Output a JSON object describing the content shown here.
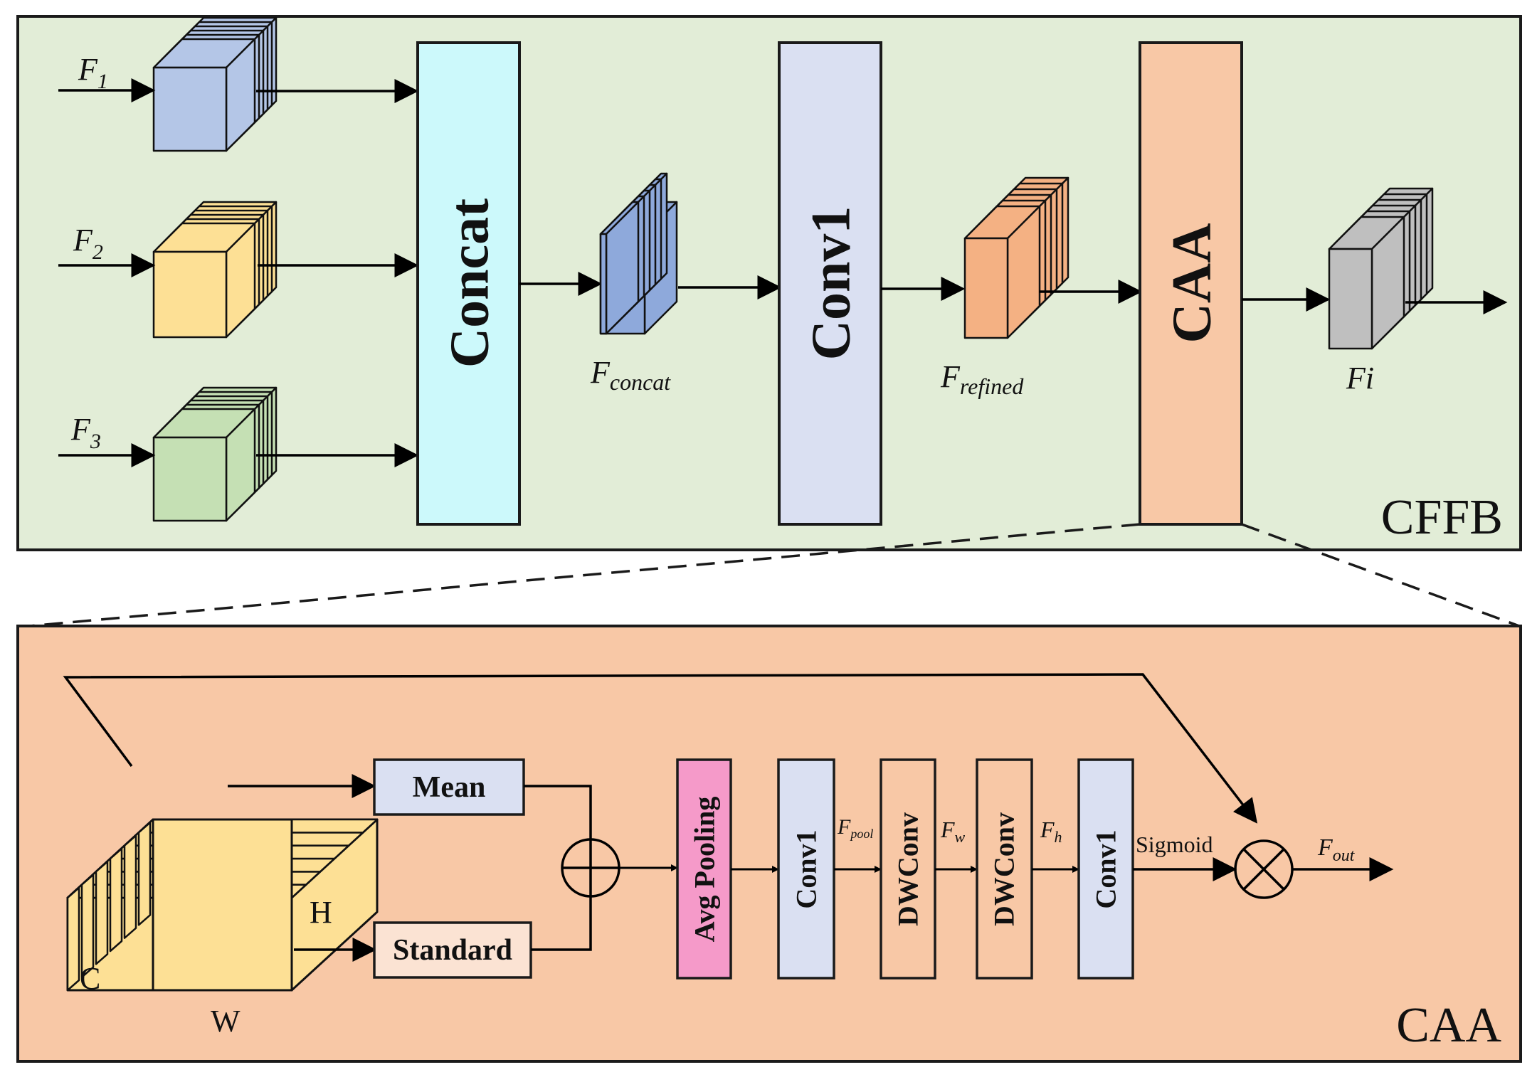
{
  "cffb": {
    "label": "CFFB",
    "inputs": [
      {
        "letter": "F",
        "sub": "1"
      },
      {
        "letter": "F",
        "sub": "2"
      },
      {
        "letter": "F",
        "sub": "3"
      }
    ],
    "blocks": {
      "concat": "Concat",
      "conv1": "Conv1",
      "caa": "CAA"
    },
    "features": {
      "concat": {
        "letter": "F",
        "sub": "concat"
      },
      "refined": {
        "letter": "F",
        "sub": "refined"
      },
      "output": "Fi"
    }
  },
  "caa": {
    "label": "CAA",
    "dims": {
      "c": "C",
      "h": "H",
      "w": "W"
    },
    "mean": "Mean",
    "standard": "Standard",
    "avg_pooling": "Avg Pooling",
    "conv1_a": "Conv1",
    "dwconv_a": "DWConv",
    "dwconv_b": "DWConv",
    "conv1_b": "Conv1",
    "sigmoid": "Sigmoid",
    "f_pool": {
      "letter": "F",
      "sub": "pool"
    },
    "f_w": {
      "letter": "F",
      "sub": "w"
    },
    "f_h": {
      "letter": "F",
      "sub": "h"
    },
    "f_out": {
      "letter": "F",
      "sub": "out"
    }
  },
  "colors": {
    "cffb_bg": "#e2edd7",
    "caa_bg": "#f8c8a6",
    "concat": "#ccf9fb",
    "conv1": "#dae0f2",
    "caa_block": "#f8c8a6",
    "avg_pool": "#f59ac9",
    "standard": "#fbe3d3",
    "cube_f1": "#b4c6e7",
    "cube_f2": "#fde095",
    "cube_f3": "#c5e0b4",
    "cube_concat": "#8ea9db",
    "cube_refined": "#f4b183",
    "cube_fi": "#bfbfbf"
  }
}
